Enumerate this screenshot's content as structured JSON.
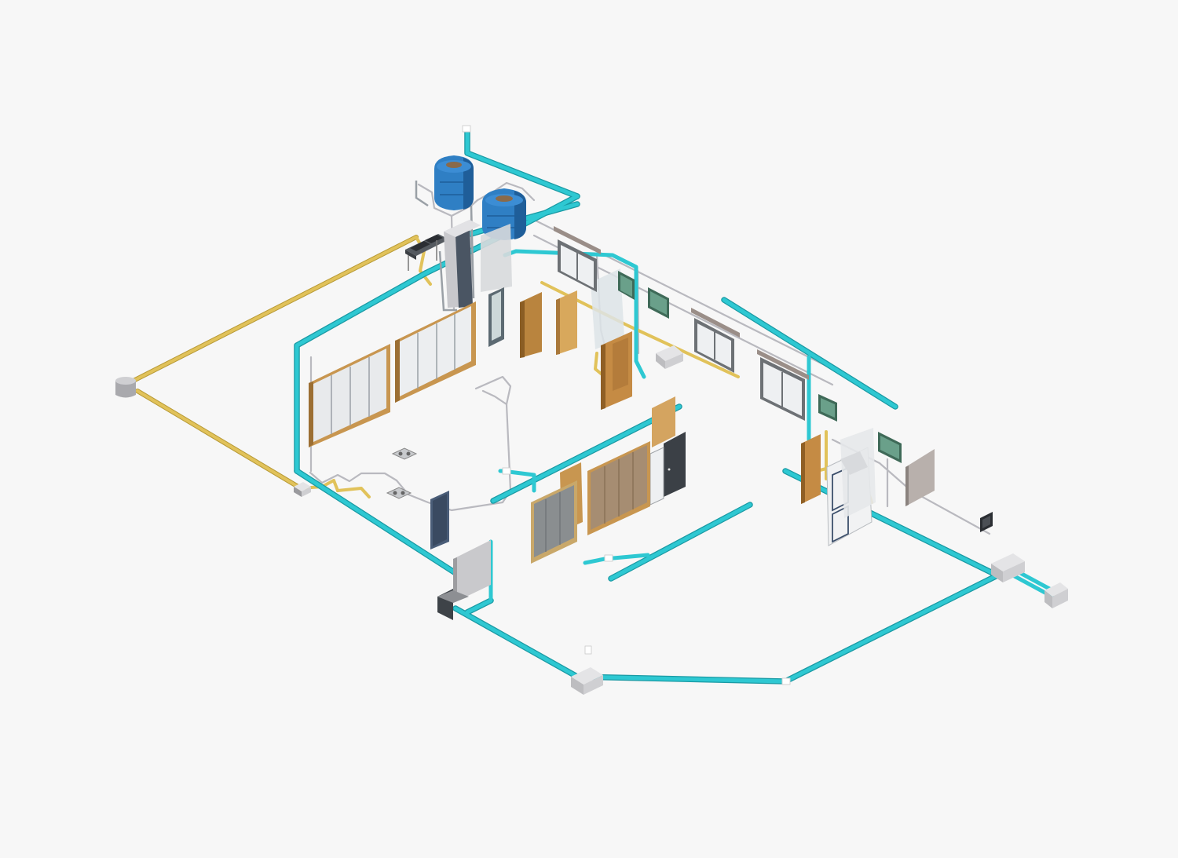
{
  "colors": {
    "background": "#f7f7f7",
    "water_pipe": "#2ec8d2",
    "water_pipe_shade": "#1a9aa4",
    "drain_pipe": "#e1c25a",
    "drain_pipe_shade": "#b89a36",
    "conduit": "#b9b9bf",
    "tank": "#2f7fc4",
    "tank_shade": "#1f5e99",
    "wood": "#c89650",
    "wood_shade": "#9c6f33",
    "glass": "#dfe3e6",
    "frame": "#6b6b6b",
    "panel": "#c9c9cc",
    "box": "#d8d8d8",
    "dark_door": "#3b4046",
    "window_tint": "#2e6a5a"
  },
  "legend": {
    "water_supply": "water-supply-pipe",
    "drainage": "drainage-pipe",
    "conduit": "electrical-conduit"
  }
}
